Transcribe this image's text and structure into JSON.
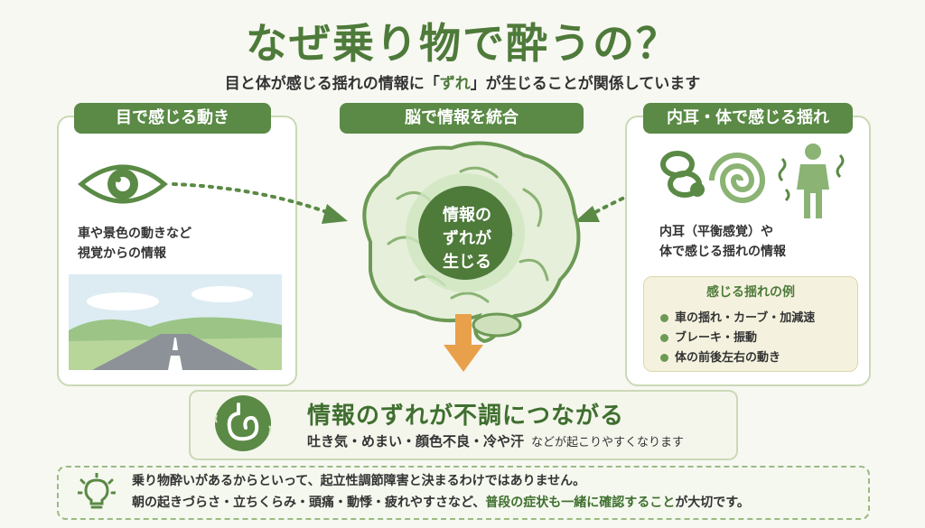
{
  "header": {
    "title": "なぜ乗り物で酔うの？",
    "subtitle_pre": "目と体が感じる揺れの情報に「",
    "subtitle_em": "ずれ",
    "subtitle_post": "」が生じることが関係しています"
  },
  "left": {
    "label": "目で感じる動き",
    "line1": "車や景色の動きなど",
    "line2": "視覚からの情報"
  },
  "center": {
    "label": "脳で情報を統合",
    "brain_line1": "情報の",
    "brain_line2": "ずれが",
    "brain_line3": "生じる"
  },
  "right": {
    "label": "内耳・体で感じる揺れ",
    "line1": "内耳（平衡感覚）や",
    "line2": "体で感じる揺れの情報",
    "examples_title": "感じる揺れの例",
    "examples": [
      "車の揺れ・カーブ・加減速",
      "ブレーキ・振動",
      "体の前後左右の動き"
    ]
  },
  "result": {
    "title": "情報のずれが不調につながる",
    "symptoms": "吐き気・めまい・顔色不良・冷や汗",
    "symptoms_suffix": "などが起こりやすくなります"
  },
  "note": {
    "line1": "乗り物酔いがあるからといって、起立性調節障害と決まるわけではありません。",
    "line2_pre": "朝の起きづらさ・立ちくらみ・頭痛・動悸・疲れやすさなど、",
    "line2_em": "普段の症状も一緒に確認すること",
    "line2_post": "が大切です。"
  },
  "colors": {
    "accent": "#4e7a3a",
    "pill": "#5a8a45",
    "arrow": "#e9a04a",
    "background": "#f7f8f2"
  },
  "icons": [
    "eye-icon",
    "ear-icon",
    "person-icon",
    "stomach-icon",
    "lightbulb-icon",
    "arrow-down-icon"
  ]
}
